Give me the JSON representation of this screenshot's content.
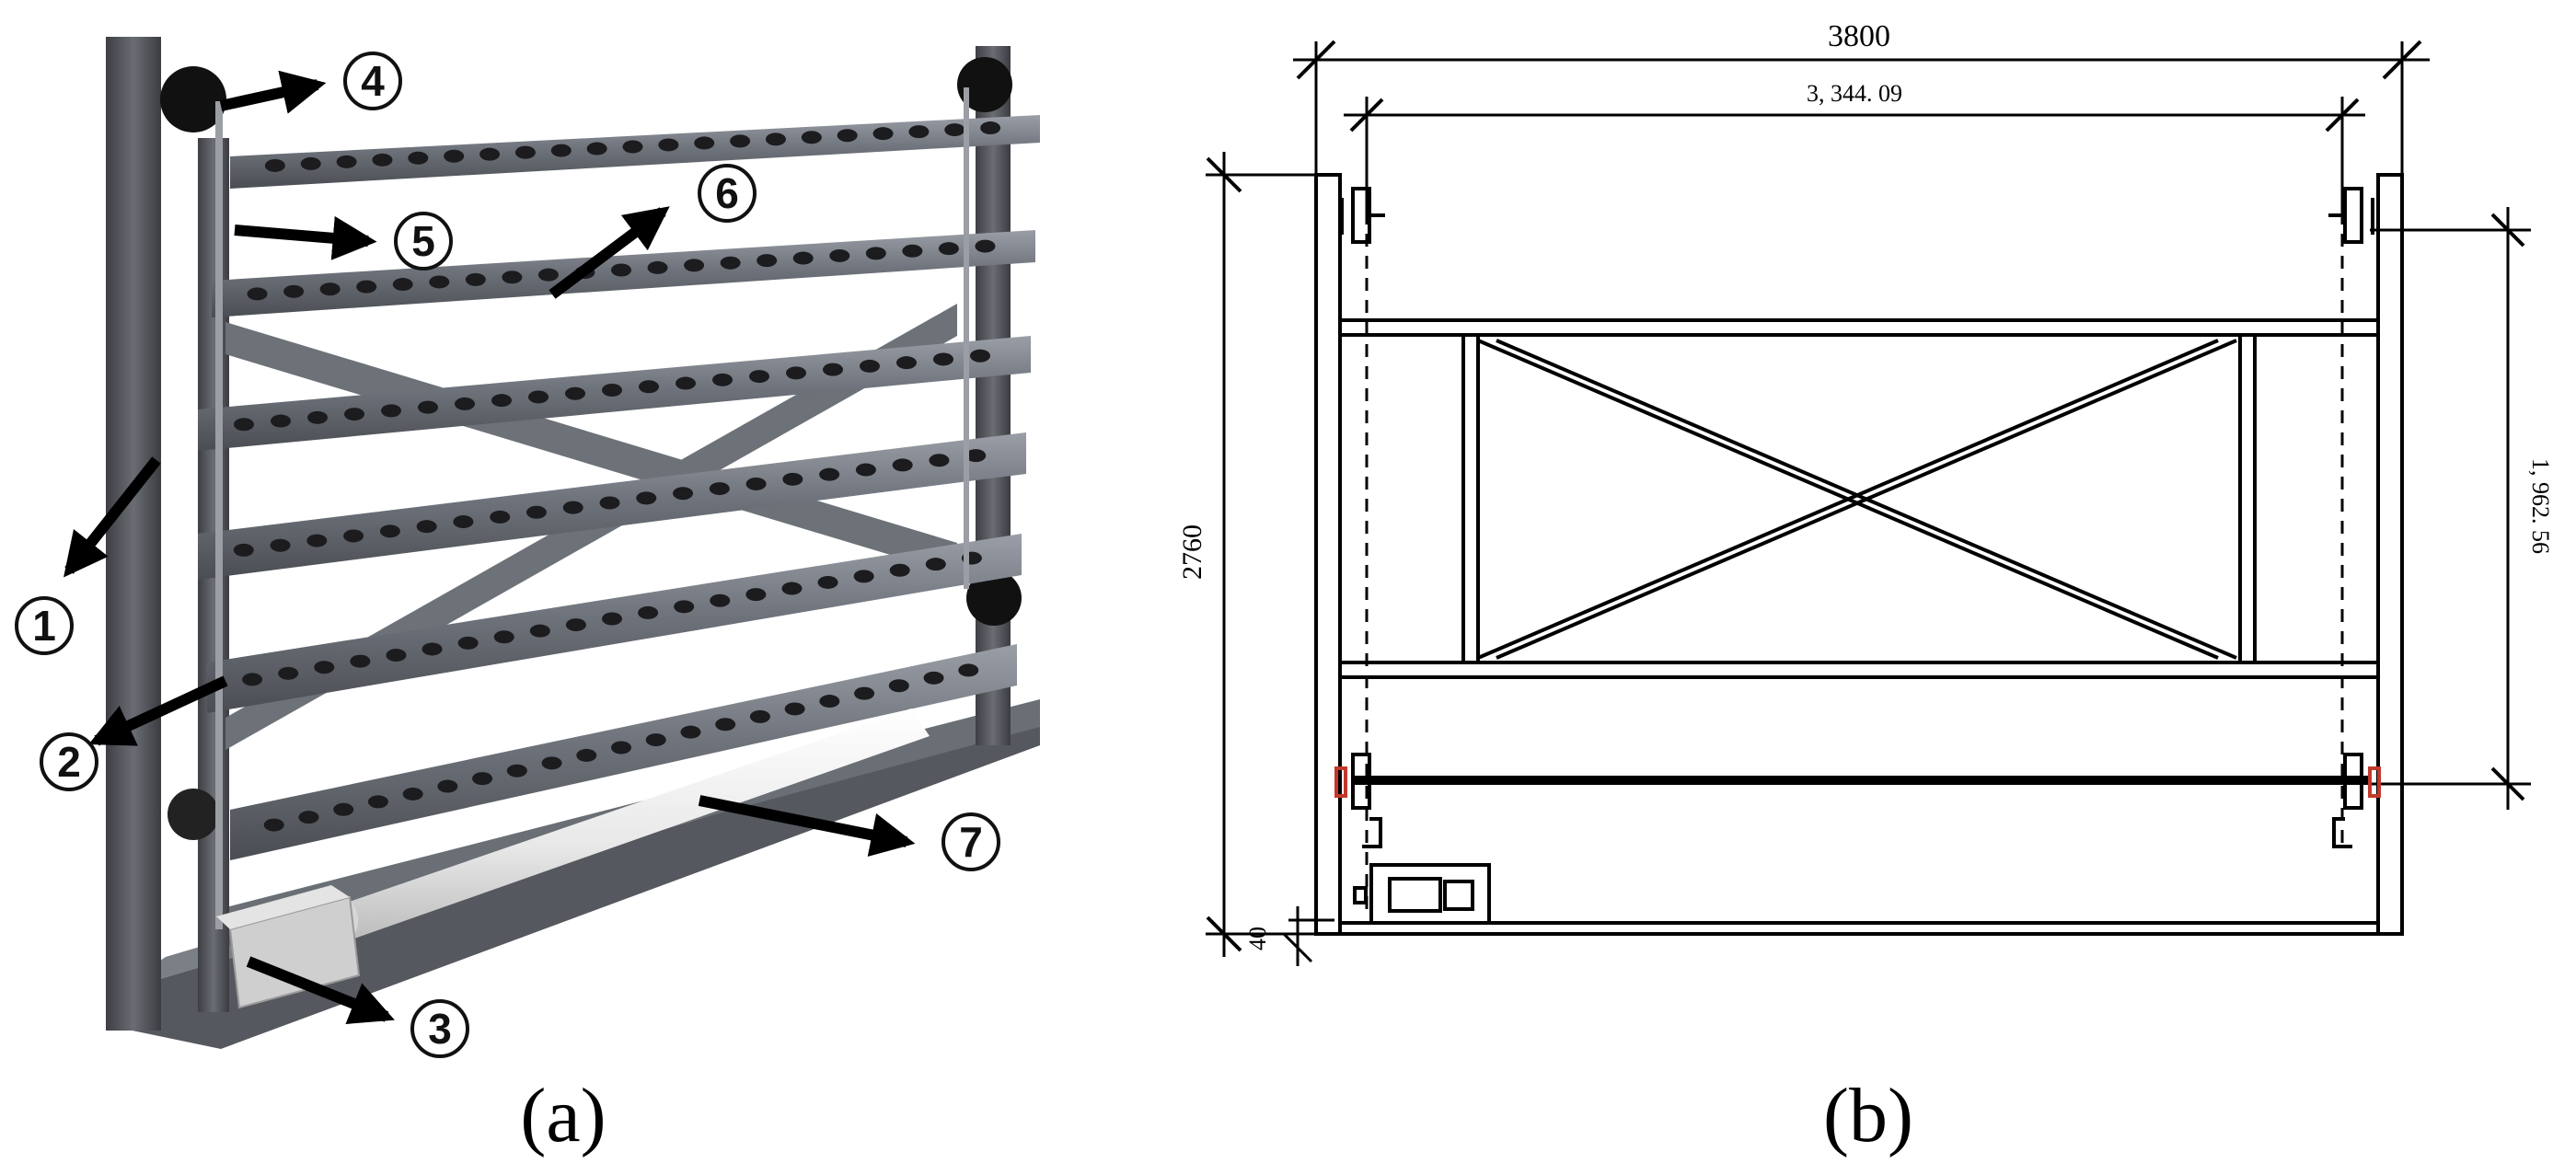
{
  "panels": [
    {
      "caption": "(a)"
    },
    {
      "caption": "(b)"
    }
  ],
  "callouts": [
    "1",
    "2",
    "3",
    "4",
    "5",
    "6",
    "7"
  ],
  "dimensions": {
    "overall_width": "3800",
    "inner_width": "3, 344. 09",
    "overall_height": "2760",
    "base_offset": "40",
    "rail_span": "1, 962. 56"
  },
  "colors": {
    "frame": "#56585d",
    "tube": "#6c7078",
    "tube_top": "#8a8e96",
    "hole": "#1c1c1f",
    "line": "#000000",
    "accent": "#c0392b"
  }
}
